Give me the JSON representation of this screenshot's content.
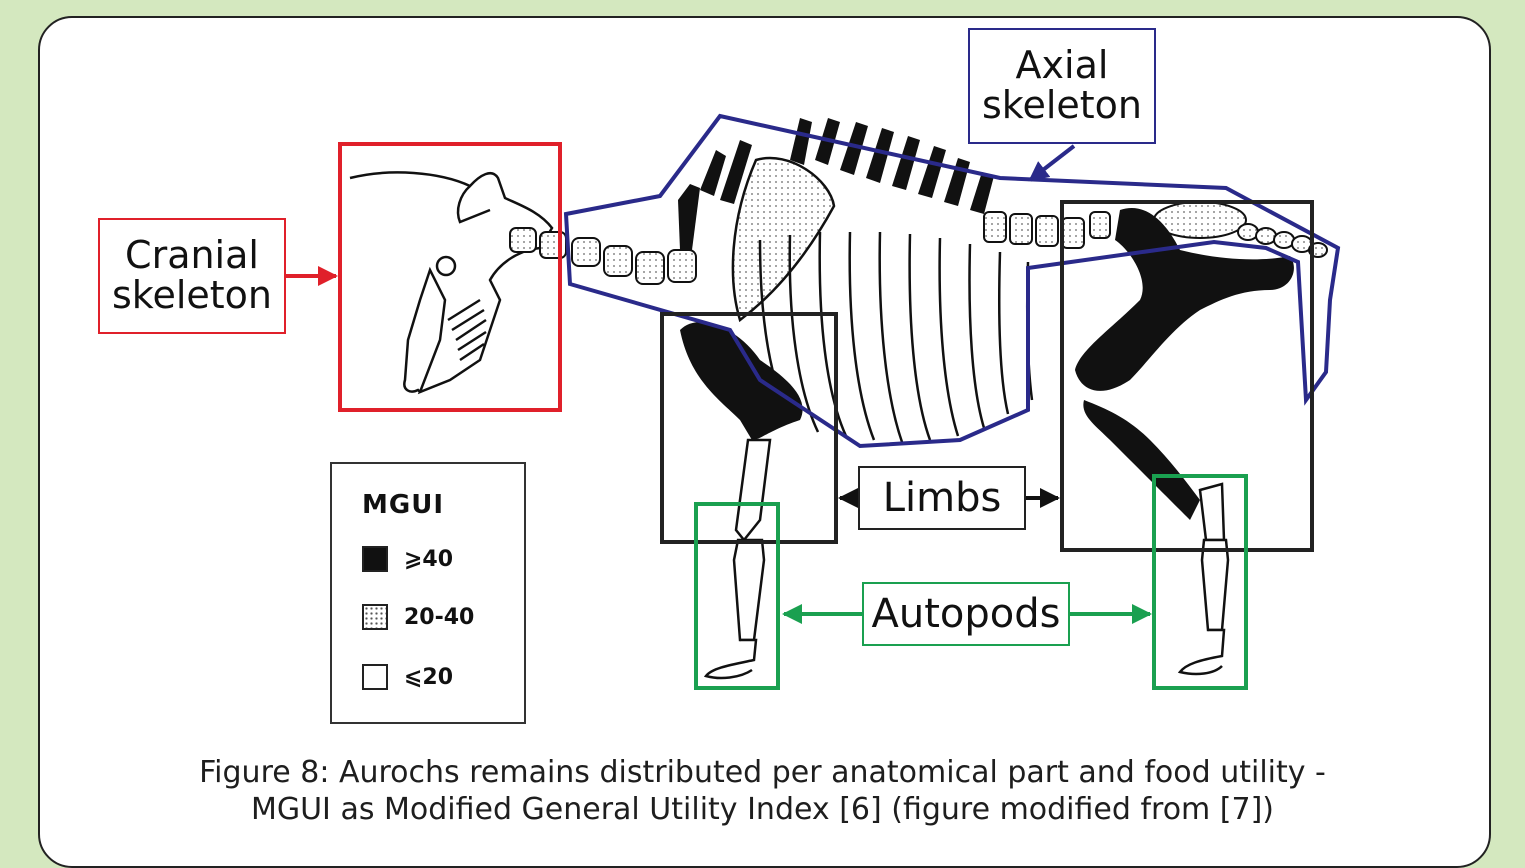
{
  "labels": {
    "cranial": "Cranial skeleton",
    "axial": "Axial skeleton",
    "limbs": "Limbs",
    "autopods": "Autopods"
  },
  "legend": {
    "title": "MGUI",
    "items": [
      {
        "symbol": "black",
        "label": "⩾40"
      },
      {
        "symbol": "stippled",
        "label": "20-40"
      },
      {
        "symbol": "white",
        "label": "⩽20"
      }
    ]
  },
  "caption": {
    "line1": "Figure 8: Aurochs remains distributed per anatomical part and food utility -",
    "line2": "MGUI as Modified General Utility Index [6] (figure modified from [7])"
  },
  "colors": {
    "background": "#d4e8bf",
    "cranial": "#e0202a",
    "axial": "#2a2a8a",
    "limbs": "#222222",
    "autopods": "#1aa050"
  }
}
